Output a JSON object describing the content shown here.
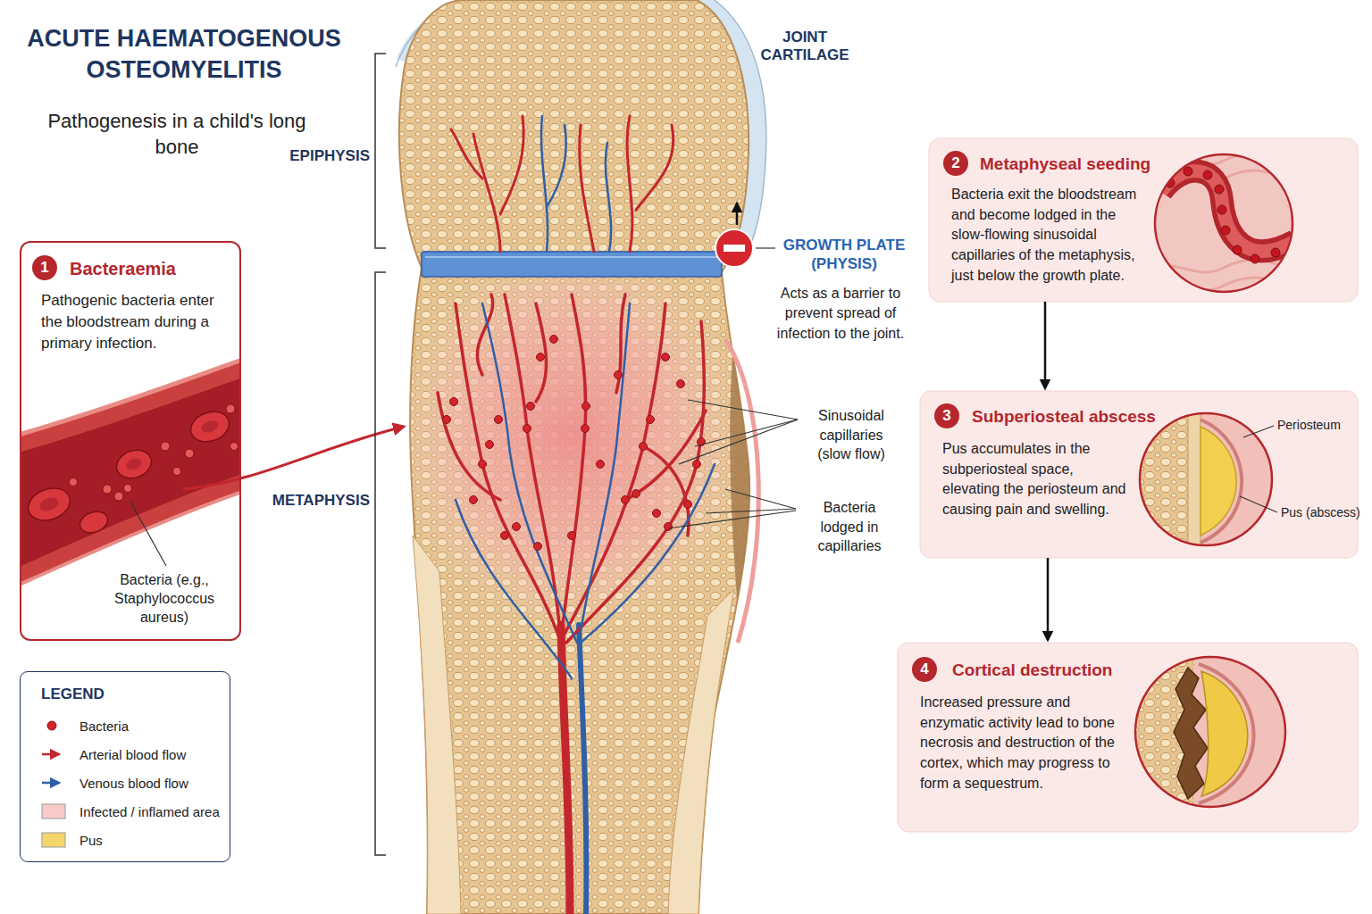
{
  "diagram": {
    "title": "ACUTE HAEMATOGENOUS OSTEOMYELITIS",
    "nodes": [
      {
        "text": [
          "Bacteraemia",
          "Pathogenic bacteria enter the bloodstream during a primary infection.",
          "Bacteria (e.g., Staphylococcus aureus)"
        ]
      },
      {
        "text": [
          "1"
        ],
        "in": 0
      },
      {
        "text": [
          "Metaphyseal seeding",
          "Bacteria exit the bloodstream and become lodged in the slow-flowing sinusoidal capillaries of the metaphysis, just below the growth plate."
        ]
      },
      {
        "text": [
          "2"
        ],
        "in": 2
      },
      {
        "text": [
          "Subperiosteal abscess",
          "Pus accumulates in the subperiosteal space, elevating the periosteum and causing pain and swelling."
        ]
      },
      {
        "text": [
          "3"
        ],
        "in": 4
      },
      {
        "text": [
          "Cortical destruction",
          "Increased pressure and enzymatic activity lead to bone necrosis and destruction of the cortex, which may progress to form a sequestrum."
        ]
      },
      {
        "text": [
          "4"
        ],
        "in": 6
      }
    ],
    "edges": [
      {
        "from": 2,
        "to": 4,
        "arrow": "to"
      },
      {
        "from": 4,
        "to": 6,
        "arrow": "to"
      }
    ],
    "labels": [
      "Pathogenesis in a child's long bone",
      "JOINT CARTILAGE",
      "EPIPHYSIS",
      "GROWTH PLATE (PHYSIS)",
      "Acts as a barrier to prevent spread of infection to the joint.",
      "METAPHYSIS",
      "Sinusoidal capillaries (slow flow)",
      "Bacteria lodged in capillaries",
      "Periosteum",
      "Pus (abscess)",
      "LEGEND"
    ],
    "legend": [
      {
        "text": "Bacteria"
      },
      {
        "text": "Arterial blood flow"
      },
      {
        "text": "Venous blood flow"
      },
      {
        "text": "Infected / inflamed area",
        "color": "#f9caca"
      },
      {
        "text": "Pus",
        "color": "#f5d66b"
      }
    ]
  }
}
